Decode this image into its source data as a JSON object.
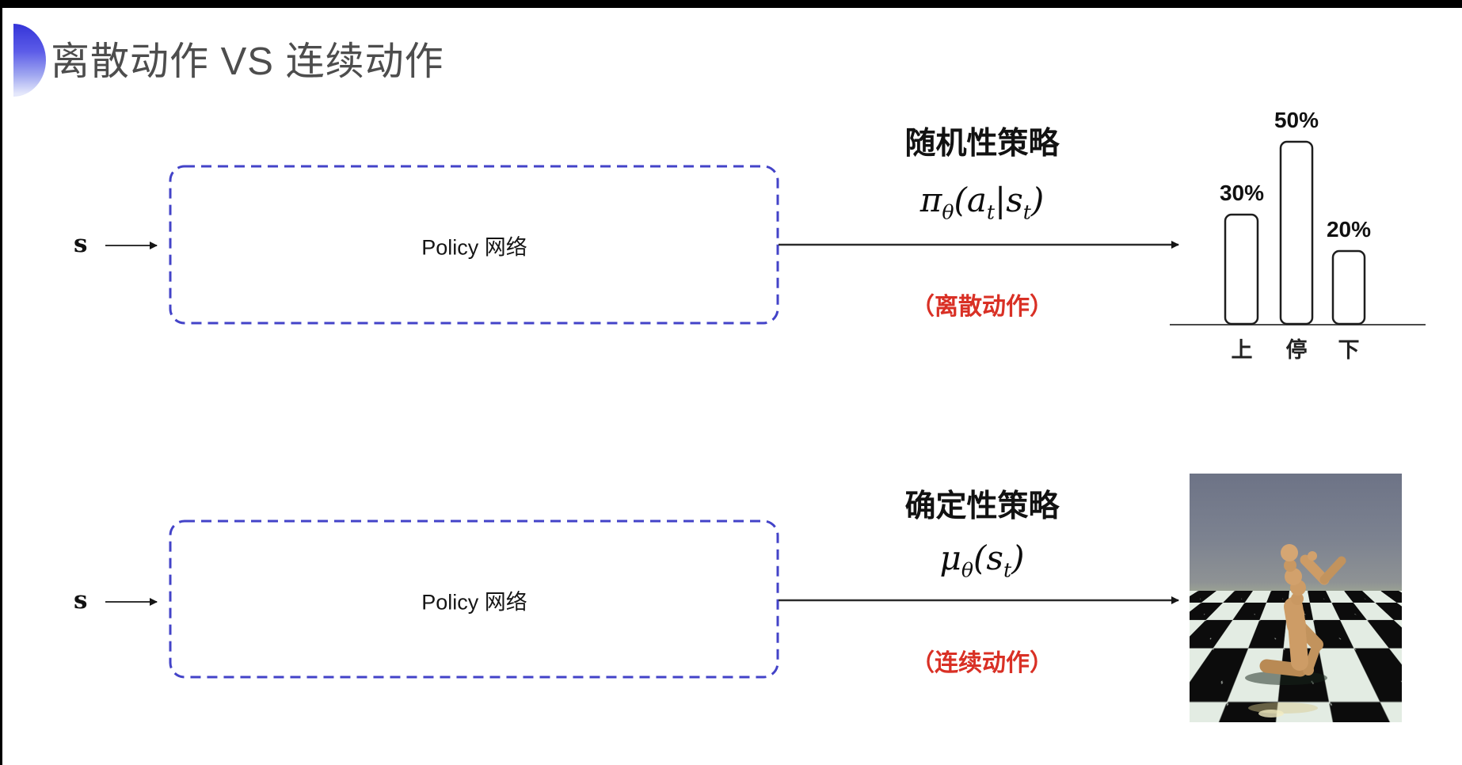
{
  "slide": {
    "title": "离散动作 VS 连续动作"
  },
  "top_flow": {
    "input_label": "s",
    "box_label": "Policy 网络",
    "policy_type": "随机性策略",
    "formula": {
      "main": "π",
      "sub1": "θ",
      "open": "(a",
      "sub2": "t",
      "mid": "|s",
      "sub3": "t",
      "close": ")"
    },
    "action_note": "（离散动作）"
  },
  "bottom_flow": {
    "input_label": "s",
    "box_label": "Policy 网络",
    "policy_type": "确定性策略",
    "formula": {
      "main": "μ",
      "sub1": "θ",
      "open": "(s",
      "sub2": "t",
      "close": ")"
    },
    "action_note": "（连续动作）"
  },
  "chart_data": {
    "type": "bar",
    "categories": [
      "上",
      "停",
      "下"
    ],
    "values": [
      30,
      50,
      20
    ],
    "value_labels": [
      "30%",
      "50%",
      "20%"
    ],
    "title": "",
    "xlabel": "",
    "ylabel": "",
    "ylim": [
      0,
      60
    ],
    "grid": false,
    "bar_style": "white fill, black rounded outline"
  },
  "colors": {
    "accent_blue": "#3b3bd8",
    "dashed_box_blue": "#4343c8",
    "note_red": "#d93025",
    "title_gray": "#4d4d4d",
    "arrow_black": "#2b2b2b"
  }
}
